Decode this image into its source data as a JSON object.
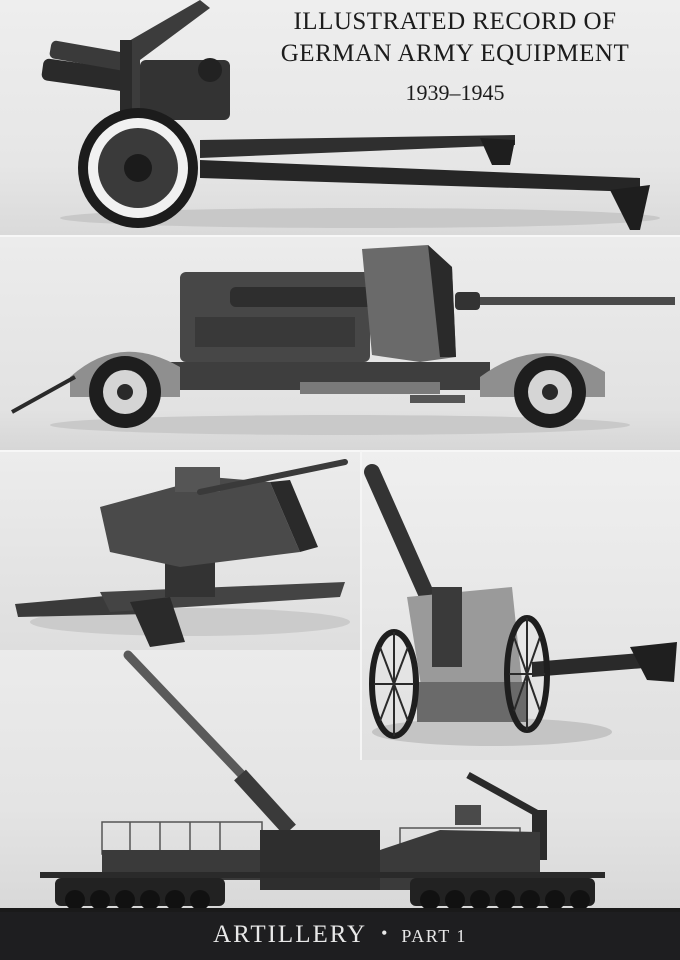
{
  "cover": {
    "title_line1": "ILLUSTRATED RECORD OF",
    "title_line2": "GERMAN ARMY EQUIPMENT",
    "years": "1939–1945",
    "subtitle": "ARTILLERY",
    "separator": "•",
    "part": "PART 1"
  },
  "photos": [
    {
      "id": "photo-1",
      "subject": "field-howitzer-split-trail"
    },
    {
      "id": "photo-2",
      "subject": "anti-aircraft-gun-on-trailer"
    },
    {
      "id": "photo-3",
      "subject": "light-anti-aircraft-gun-cruciform-mount"
    },
    {
      "id": "photo-4",
      "subject": "spoked-wheel-howitzer"
    },
    {
      "id": "photo-5",
      "subject": "railway-gun"
    }
  ],
  "colors": {
    "background": "#e9e9e9",
    "footer_bg": "#1e1e20",
    "footer_text": "#e8e8e8",
    "title_text": "#1c1c1c"
  }
}
